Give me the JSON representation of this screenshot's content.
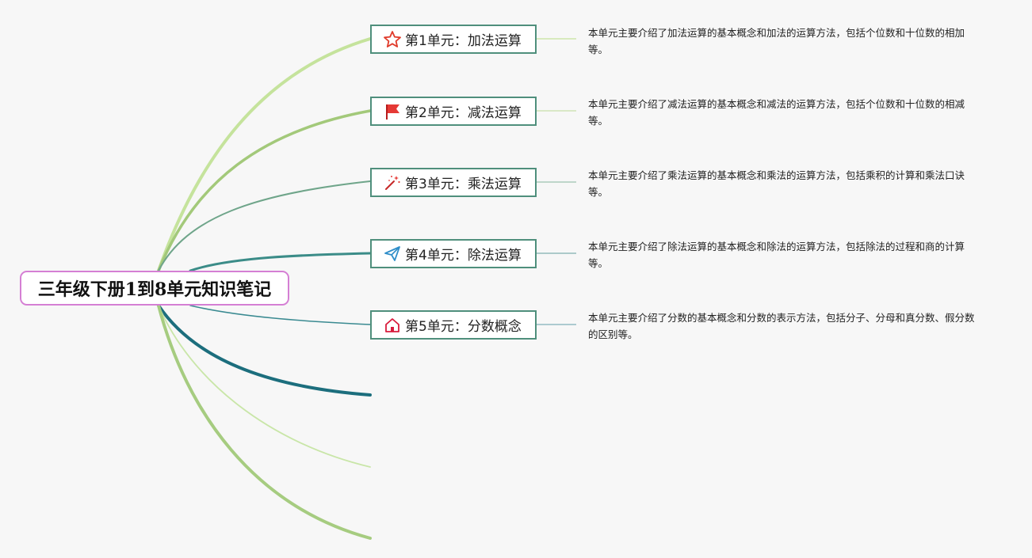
{
  "root": {
    "title": "三年级下册1到8单元知识笔记"
  },
  "topics": [
    {
      "label": "第1单元：加法运算",
      "icon": "star-icon",
      "note": "本单元主要介绍了加法运算的基本概念和加法的运算方法，包括个位数和十位数的相加等。"
    },
    {
      "label": "第2单元：减法运算",
      "icon": "red-flag-icon",
      "note": "本单元主要介绍了减法运算的基本概念和减法的运算方法，包括个位数和十位数的相减等。"
    },
    {
      "label": "第3单元：乘法运算",
      "icon": "magic-wand-icon",
      "note": "本单元主要介绍了乘法运算的基本概念和乘法的运算方法，包括乘积的计算和乘法口诀等。"
    },
    {
      "label": "第4单元：除法运算",
      "icon": "paper-plane-icon",
      "note": "本单元主要介绍了除法运算的基本概念和除法的运算方法，包括除法的过程和商的计算等。"
    },
    {
      "label": "第5单元：分数概念",
      "icon": "home-icon",
      "note": "本单元主要介绍了分数的基本概念和分数的表示方法，包括分子、分母和真分数、假分数的区别等。"
    }
  ],
  "colors": {
    "root_border": "#d57fd4",
    "topic_border": "#4f8f7c",
    "branch_1": "#c5e39c",
    "branch_2": "#a3c97a",
    "branch_3": "#6fa58a",
    "branch_4": "#3b8c88",
    "branch_5": "#3a8a91",
    "branch_6": "#1c6e7d",
    "branch_7": "#c9e6a8",
    "branch_8": "#a6cc80"
  }
}
